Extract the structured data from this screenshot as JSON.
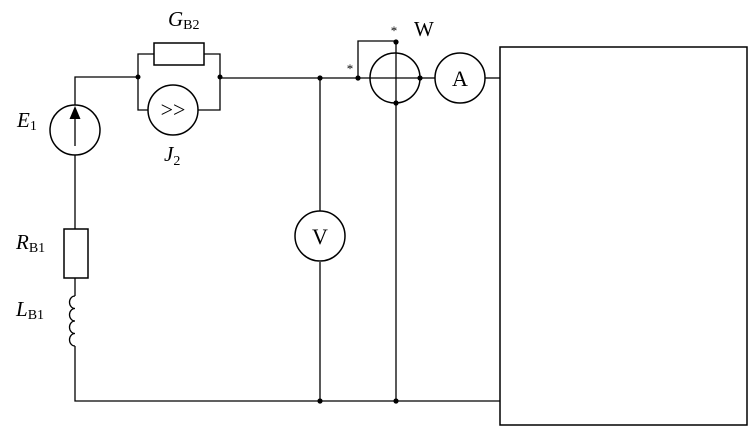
{
  "diagram": {
    "labels": {
      "source_emf": {
        "main": "E",
        "sub": "1"
      },
      "resistor_rb1": {
        "main": "R",
        "sub": "B1"
      },
      "inductor_lb1": {
        "main": "L",
        "sub": "B1"
      },
      "conductance_gb2": {
        "main": "G",
        "sub": "B2"
      },
      "current_source_j2": {
        "main": "J",
        "sub": "2"
      },
      "wattmeter": "W"
    },
    "meters": {
      "ammeter": "A",
      "voltmeter": "V"
    },
    "current_source_symbol": ">>",
    "wattmeter_marker": "*",
    "colors": {
      "line": "#000000",
      "background": "#ffffff"
    }
  }
}
